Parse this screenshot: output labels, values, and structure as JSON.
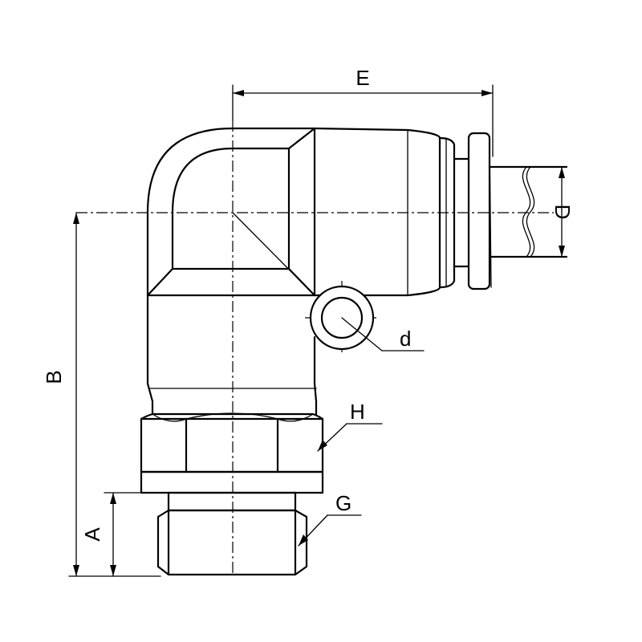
{
  "drawing": {
    "subject": "",
    "dimension_labels": {
      "E": "E",
      "D": "D",
      "d": "d",
      "B": "B",
      "H": "H",
      "G": "G",
      "A": "A"
    }
  }
}
